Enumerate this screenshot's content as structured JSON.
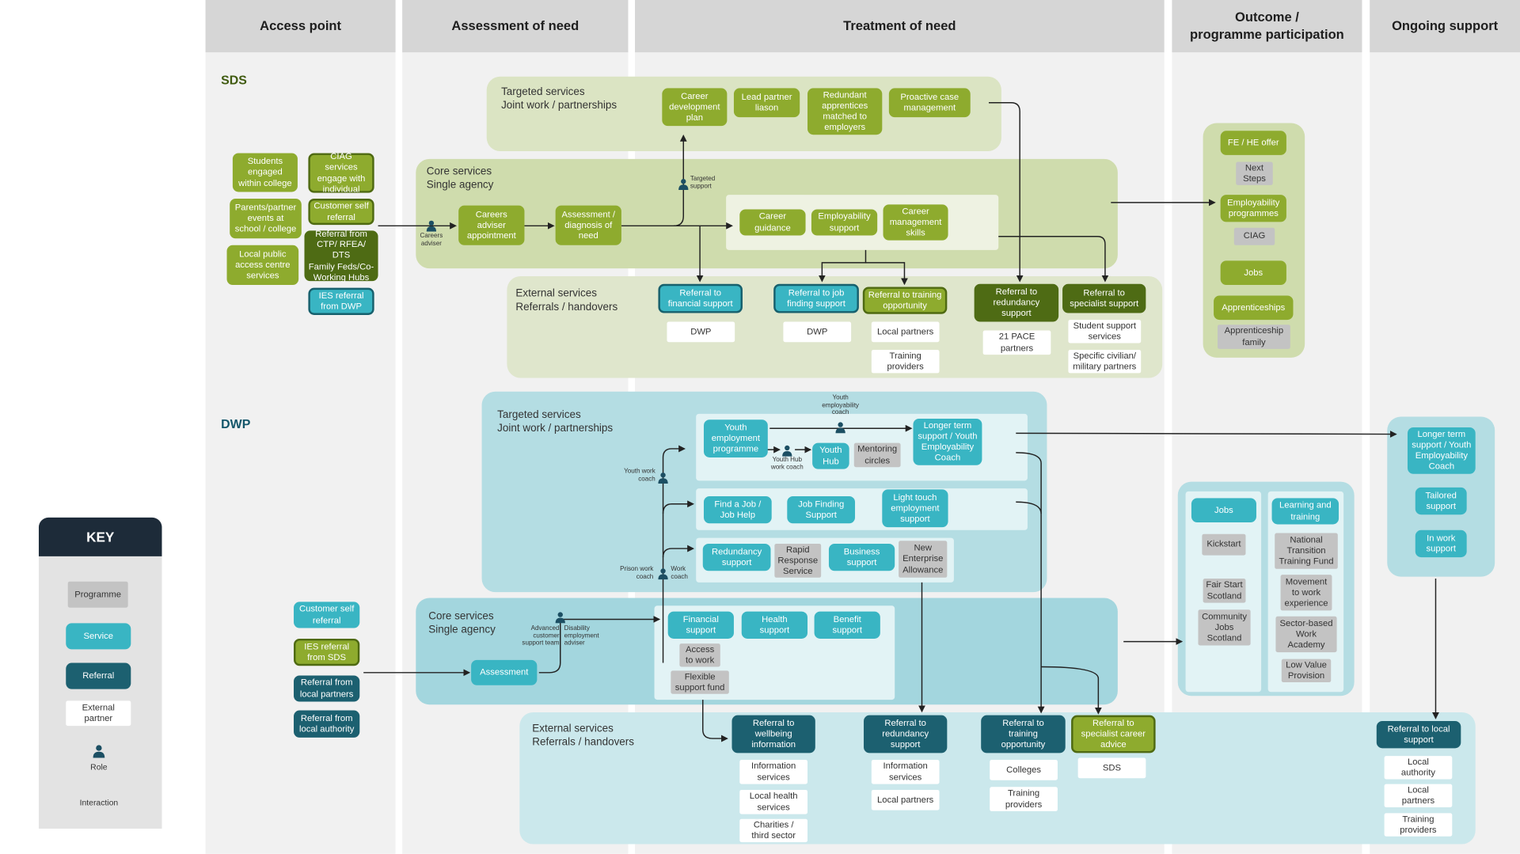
{
  "columns": [
    {
      "label": "Access point"
    },
    {
      "label": "Assessment of need"
    },
    {
      "label": "Treatment of need"
    },
    {
      "label": "Outcome /\nprogramme participation"
    },
    {
      "label": "Ongoing support"
    }
  ],
  "sections": {
    "sds": "SDS",
    "dwp": "DWP"
  },
  "regions": {
    "sds_targeted": "Targeted services\nJoint work / partnerships",
    "sds_core": "Core services\nSingle agency",
    "sds_external": "External services\nReferrals / handovers",
    "dwp_targeted": "Targeted services\nJoint work / partnerships",
    "dwp_core": "Core services\nSingle agency",
    "dwp_external": "External services\nReferrals / handovers"
  },
  "roles": {
    "careers_adviser": "Careers\nadviser",
    "targeted_support": "Targeted\nsupport",
    "youth_employability_coach": "Youth\nemployability\ncoach",
    "youth_hub_work_coach": "Youth Hub\nwork coach",
    "youth_work_coach": "Youth work\ncoach",
    "prison_work_coach": "Prison work\ncoach",
    "work_coach": "Work\ncoach",
    "advanced_customer_support_team": "Advanced\ncustomer\nsupport team",
    "disability_employment_adviser": "Disability\nemployment\nadviser"
  },
  "sds": {
    "access": {
      "students": "Students\nengaged\nwithin college",
      "ciag": "CIAG services\nengage with\nindividual",
      "parents": "Parents/partner\nevents at\nschool / college",
      "customer_self": "Customer self\nreferral",
      "local_public": "Local public\naccess centre\nservices",
      "referral_ctp": "Referral from\nCTP/ RFEA/ DTS\nFamily Feds/Co-\nWorking Hubs",
      "ies_referral": "IES referral\nfrom DWP"
    },
    "careers_adviser_appointment": "Careers\nadviser\nappointment",
    "assessment_diagnosis": "Assessment /\ndiagnosis of\nneed",
    "targeted": {
      "career_development_plan": "Career\ndevelopment\nplan",
      "lead_partner": "Lead partner\nliason",
      "redundant_apprentices": "Redundant\napprentices\nmatched to\nemployers",
      "proactive_case": "Proactive case\nmanagement"
    },
    "core": {
      "career_guidance": "Career\nguidance",
      "employability_support": "Employability\nsupport",
      "career_management_skills": "Career\nmanagement\nskills"
    },
    "external": {
      "referral_financial": "Referral to\nfinancial support",
      "dwp_1": "DWP",
      "referral_job_finding": "Referral to job\nfinding support",
      "dwp_2": "DWP",
      "referral_training": "Referral to training\nopportunity",
      "local_partners": "Local partners",
      "training_providers": "Training\nproviders",
      "referral_redundancy": "Referral to\nredundancy\nsupport",
      "pace_partners": "21 PACE\npartners",
      "referral_specialist": "Referral to\nspecialist support",
      "student_support": "Student support\nservices",
      "specific_civilian": "Specific civilian/\nmilitary partners"
    },
    "outcome": {
      "fe_he_offer": "FE / HE offer",
      "next_steps": "Next\nSteps",
      "employability_programmes": "Employability\nprogrammes",
      "ciag": "CIAG",
      "jobs": "Jobs",
      "apprenticeships": "Apprenticeships",
      "apprenticeship_family": "Apprenticeship\nfamily"
    }
  },
  "dwp": {
    "access": {
      "customer_self": "Customer self\nreferral",
      "ies_referral": "IES referral\nfrom SDS",
      "referral_local_partners": "Referral from\nlocal partners",
      "referral_local_authority": "Referral from\nlocal authority"
    },
    "assessment": "Assessment",
    "targeted": {
      "youth_employment_programme": "Youth\nemployment\nprogramme",
      "longer_term_coach": "Longer term\nsupport / Youth\nEmployability\nCoach",
      "youth_hub": "Youth\nHub",
      "mentoring_circles": "Mentoring\ncircles",
      "find_a_job": "Find a Job /\nJob Help",
      "job_finding_support": "Job Finding\nSupport",
      "light_touch": "Light touch\nemployment\nsupport",
      "redundancy_support": "Redundancy\nsupport",
      "rapid_response": "Rapid\nResponse\nService",
      "business_support": "Business\nsupport",
      "new_enterprise": "New\nEnterprise\nAllowance"
    },
    "core": {
      "financial_support": "Financial\nsupport",
      "health_support": "Health\nsupport",
      "benefit_support": "Benefit\nsupport",
      "access_to_work": "Access\nto work",
      "flexible_support_fund": "Flexible\nsupport fund"
    },
    "external": {
      "referral_wellbeing": "Referral to\nwellbeing\ninformation",
      "information_services_1": "Information\nservices",
      "local_health": "Local health\nservices",
      "charities": "Charities /\nthird sector",
      "referral_redundancy": "Referral to\nredundancy\nsupport",
      "information_services_2": "Information\nservices",
      "local_partners": "Local partners",
      "referral_training": "Referral to\ntraining\nopportunity",
      "colleges": "Colleges",
      "training_providers": "Training\nproviders",
      "referral_specialist_career": "Referral to\nspecialist career\nadvice",
      "sds": "SDS"
    },
    "outcome": {
      "jobs": "Jobs",
      "learning_training": "Learning and\ntraining",
      "kickstart": "Kickstart",
      "national_transition": "National\nTransition\nTraining Fund",
      "fair_start": "Fair Start\nScotland",
      "movement_to_work": "Movement\nto work\nexperience",
      "community_jobs": "Community\nJobs\nScotland",
      "sector_based": "Sector-based\nWork\nAcademy",
      "low_value": "Low Value\nProvision"
    },
    "ongoing": {
      "longer_term": "Longer term\nsupport / Youth\nEmployability\nCoach",
      "tailored": "Tailored\nsupport",
      "in_work": "In work\nsupport",
      "referral_local_support": "Referral to local\nsupport",
      "local_authority": "Local\nauthority",
      "local_partners": "Local\npartners",
      "training_providers": "Training\nproviders"
    }
  },
  "key": {
    "title": "KEY",
    "programme": "Programme",
    "service": "Service",
    "referral": "Referral",
    "external_partner": "External\npartner",
    "role": "Role",
    "interaction": "Interaction"
  },
  "colors": {
    "sds_green": "#8eab2e",
    "sds_dark": "#4e6b14",
    "dwp_teal": "#39b5c3",
    "dwp_navy": "#1c6070",
    "key_header": "#1d2b39"
  }
}
